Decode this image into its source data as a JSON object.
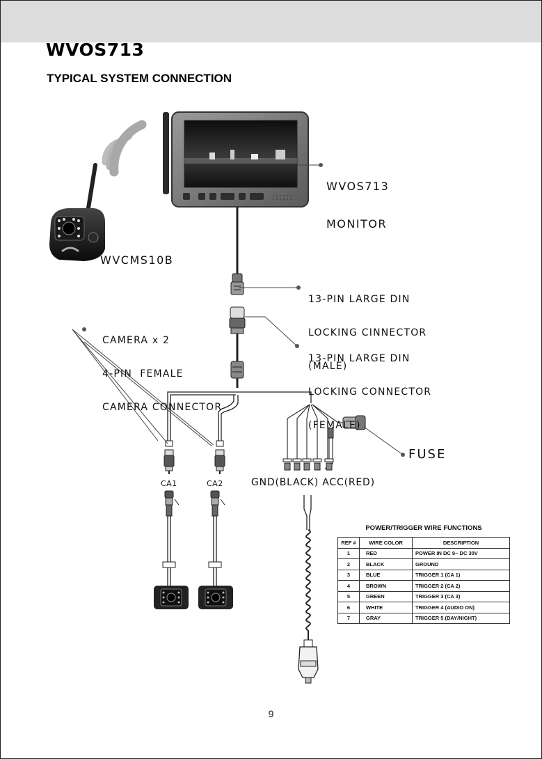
{
  "header": {
    "title": "WVOS713",
    "subtitle": "TYPICAL SYSTEM CONNECTION"
  },
  "diagram": {
    "monitor_label": [
      "WVOS713",
      "MONITOR"
    ],
    "camera_label": "WVCMS10B",
    "male_connector_label": [
      "13-PIN LARGE DIN",
      "LOCKING CINNECTOR",
      "(MALE)"
    ],
    "camera_connector_label": [
      "CAMERA x 2",
      "4-PIN  FEMALE",
      "CAMERA CONNECTOR"
    ],
    "female_connector_label": [
      "13-PIN LARGE DIN",
      "LOCKING CONNECTOR",
      "(FEMALE)"
    ],
    "fuse_label": "FUSE",
    "ca1_label": "CA1",
    "ca2_label": "CA2",
    "gnd_acc_label": "GND(BLACK) ACC(RED)"
  },
  "wire_table": {
    "title": "POWER/TRIGGER WIRE FUNCTIONS",
    "headers": [
      "REF #",
      "WIRE COLOR",
      "DESCRIPTION"
    ],
    "rows": [
      [
        "1",
        "RED",
        "POWER IN DC 9~ DC 30V"
      ],
      [
        "2",
        "BLACK",
        "GROUND"
      ],
      [
        "3",
        "BLUE",
        "TRIGGER 1 (CA 1)"
      ],
      [
        "4",
        "BROWN",
        "TRIGGER 2 (CA 2)"
      ],
      [
        "5",
        "GREEN",
        "TRIGGER 3 (CA 3)"
      ],
      [
        "6",
        "WHITE",
        "TRIGGER 4 (AUDIO ON)"
      ],
      [
        "7",
        "GRAY",
        "TRIGGER 5 (DAY/NIGHT)"
      ]
    ]
  },
  "footer": {
    "page_number": "9"
  }
}
